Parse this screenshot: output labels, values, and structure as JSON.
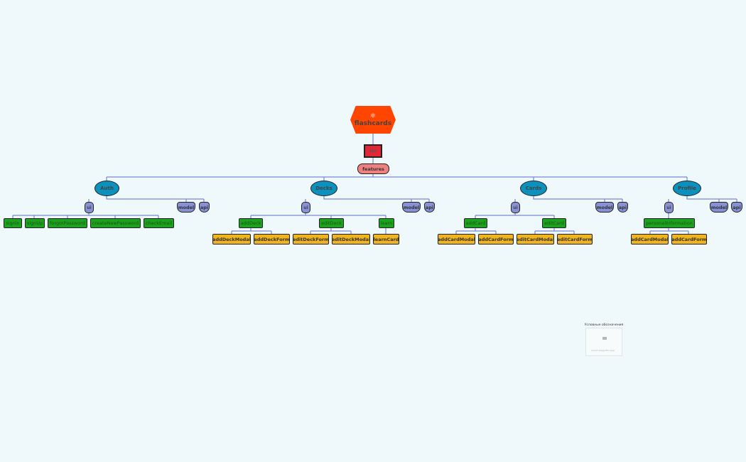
{
  "root": {
    "glyph": "⚛",
    "label": "flashcards"
  },
  "src": {
    "label": "src"
  },
  "features": {
    "label": "features"
  },
  "groups": {
    "auth": {
      "label": "Auth",
      "ui": "ui",
      "model": "model",
      "api": "api",
      "components": [
        "signin",
        "signUp",
        "forgotPassword",
        "createNewPassword",
        "checkEmail"
      ]
    },
    "decks": {
      "label": "Decks",
      "ui": "ui",
      "model": "model",
      "api": "api",
      "components": [
        {
          "label": "addDeck",
          "children": [
            "addDeckModal",
            "addDeckForm"
          ]
        },
        {
          "label": "editDeck",
          "children": [
            "editDeckForm",
            "editDeckModal"
          ]
        },
        {
          "label": "learn",
          "children": [
            "learnCard"
          ]
        }
      ]
    },
    "cards": {
      "label": "Cards",
      "ui": "ui",
      "model": "model",
      "api": "api",
      "components": [
        {
          "label": "addCard",
          "children": [
            "addCardModal",
            "addCardForm"
          ]
        },
        {
          "label": "editCard",
          "children": [
            "editCardModal",
            "editCardForm"
          ]
        }
      ]
    },
    "profile": {
      "label": "Profile",
      "ui": "ui",
      "model": "model",
      "api": "api",
      "components": [
        {
          "label": "personalInformation",
          "children": [
            "addCardModal",
            "addCardForm"
          ]
        }
      ]
    }
  },
  "legend": {
    "title": "Условные обозначения",
    "subtitle": "Insert image file layer"
  },
  "colors": {
    "root": "#ff4500",
    "src": "#e32636",
    "features": "#f08080",
    "group": "#0a91bd",
    "ui": "#8791d6",
    "component": "#20a020",
    "leaf": "#f0b41e",
    "connector": "#7b86d6"
  }
}
